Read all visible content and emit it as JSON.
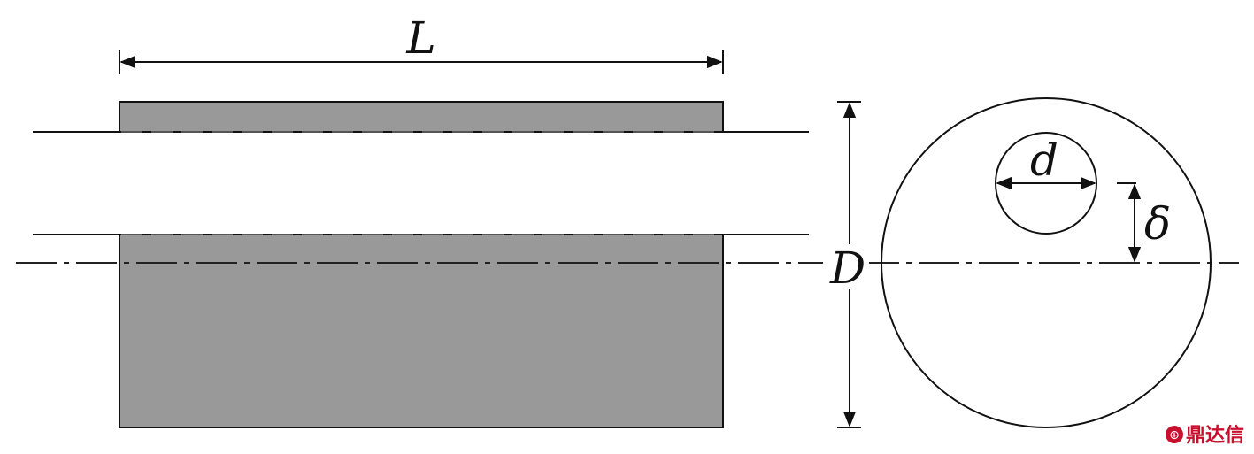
{
  "labels": {
    "length": "L",
    "outer_diameter": "D",
    "hole_diameter": "d",
    "offset": "δ"
  },
  "watermark": {
    "text": "鼎达信",
    "logo_glyph": "⊕"
  },
  "colors": {
    "fill": "#999999",
    "stroke": "#111111",
    "watermark": "#c8102e"
  }
}
